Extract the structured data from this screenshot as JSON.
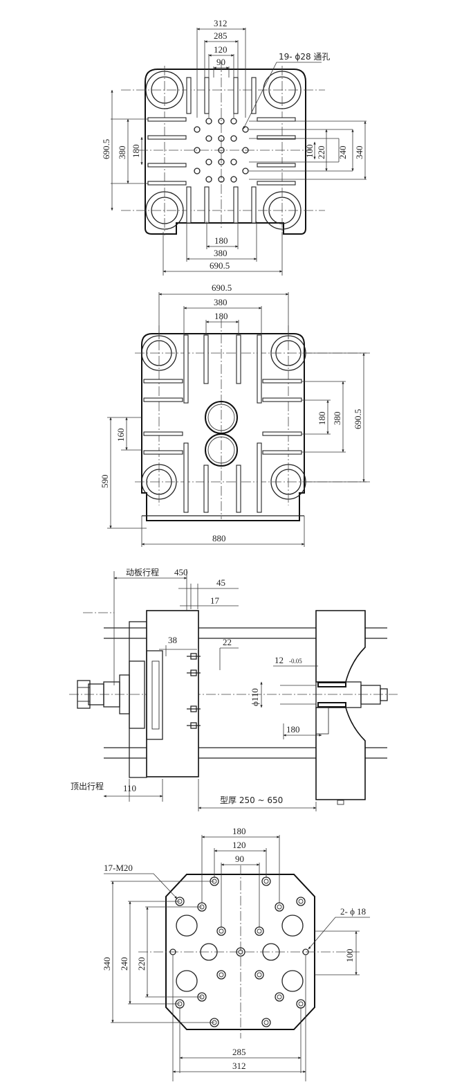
{
  "view1": {
    "dims_top": [
      "312",
      "285",
      "120",
      "90"
    ],
    "hole_note": "19- ϕ28 通孔",
    "dims_left": [
      "690.5",
      "380",
      "180"
    ],
    "dims_right": [
      "100",
      "220",
      "240",
      "340"
    ],
    "dims_bottom": [
      "180",
      "380",
      "690.5"
    ]
  },
  "view2": {
    "dims_top": [
      "690.5",
      "380",
      "180"
    ],
    "dims_right": [
      "180",
      "380",
      "690.5"
    ],
    "dims_left": [
      "160",
      "590"
    ],
    "dim_bottom": "880"
  },
  "view3": {
    "moving_stroke_label": "动板行程",
    "moving_stroke_value": "450",
    "dim_45": "45",
    "dim_17": "17",
    "dim_38": "38",
    "dim_22": "22",
    "dim_12": "12",
    "dim_12_tol": "-0.05",
    "dim_phi110": "ϕ110",
    "dim_180": "180",
    "ejector_stroke_label": "顶出行程",
    "ejector_stroke_value": "110",
    "mould_thickness": "型厚  250  ~  650"
  },
  "view4": {
    "dims_top": [
      "180",
      "120",
      "90"
    ],
    "thread_note": "17-M20",
    "hole_note": "2- ϕ 18",
    "dims_left": [
      "340",
      "240",
      "220"
    ],
    "dim_right": "100",
    "dims_bottom": [
      "285",
      "312"
    ]
  }
}
